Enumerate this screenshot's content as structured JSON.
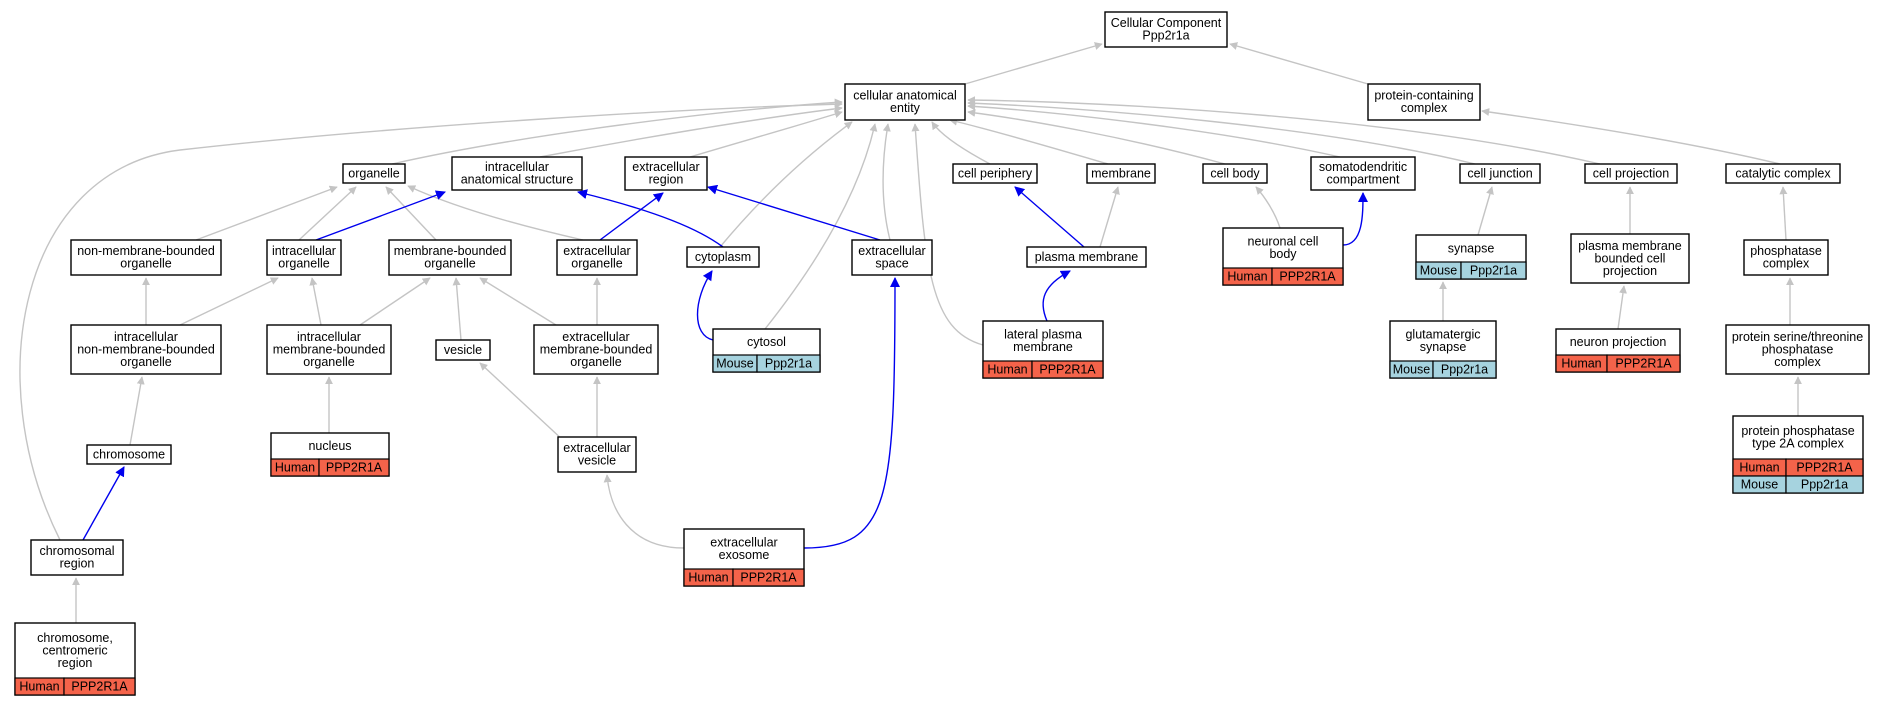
{
  "colors": {
    "human": "#f4634a",
    "mouse": "#a6d3df",
    "edge_default": "#c4c4c4",
    "edge_highlight": "#0000ee",
    "text": "#000000",
    "border": "#000000"
  },
  "nodes": [
    {
      "id": "cc_root",
      "lines": [
        "Cellular Component",
        "Ppp2r1a"
      ]
    },
    {
      "id": "cae",
      "lines": [
        "cellular anatomical",
        "entity"
      ]
    },
    {
      "id": "pcc",
      "lines": [
        "protein-containing",
        "complex"
      ]
    },
    {
      "id": "organelle",
      "lines": [
        "organelle"
      ]
    },
    {
      "id": "ias",
      "lines": [
        "intracellular",
        "anatomical structure"
      ]
    },
    {
      "id": "extreg",
      "lines": [
        "extracellular",
        "region"
      ]
    },
    {
      "id": "cellper",
      "lines": [
        "cell periphery"
      ]
    },
    {
      "id": "membrane",
      "lines": [
        "membrane"
      ]
    },
    {
      "id": "cellbody",
      "lines": [
        "cell body"
      ]
    },
    {
      "id": "somato",
      "lines": [
        "somatodendritic",
        "compartment"
      ]
    },
    {
      "id": "celljunc",
      "lines": [
        "cell junction"
      ]
    },
    {
      "id": "cellproj",
      "lines": [
        "cell projection"
      ]
    },
    {
      "id": "catcomp",
      "lines": [
        "catalytic complex"
      ]
    },
    {
      "id": "nmbo",
      "lines": [
        "non-membrane-bounded",
        "organelle"
      ]
    },
    {
      "id": "io",
      "lines": [
        "intracellular",
        "organelle"
      ]
    },
    {
      "id": "mbo",
      "lines": [
        "membrane-bounded",
        "organelle"
      ]
    },
    {
      "id": "eo",
      "lines": [
        "extracellular",
        "organelle"
      ]
    },
    {
      "id": "cytoplasm",
      "lines": [
        "cytoplasm"
      ]
    },
    {
      "id": "extspace",
      "lines": [
        "extracellular",
        "space"
      ]
    },
    {
      "id": "plasmem",
      "lines": [
        "plasma membrane"
      ]
    },
    {
      "id": "ncb",
      "lines": [
        "neuronal cell",
        "body"
      ],
      "genes": [
        [
          "Human",
          "PPP2R1A"
        ]
      ]
    },
    {
      "id": "synapse",
      "lines": [
        "synapse"
      ],
      "genes": [
        [
          "Mouse",
          "Ppp2r1a"
        ]
      ]
    },
    {
      "id": "pmbcp",
      "lines": [
        "plasma membrane",
        "bounded cell",
        "projection"
      ]
    },
    {
      "id": "phoscomp",
      "lines": [
        "phosphatase",
        "complex"
      ]
    },
    {
      "id": "inmbo",
      "lines": [
        "intracellular",
        "non-membrane-bounded",
        "organelle"
      ]
    },
    {
      "id": "imbo",
      "lines": [
        "intracellular",
        "membrane-bounded",
        "organelle"
      ]
    },
    {
      "id": "vesicle",
      "lines": [
        "vesicle"
      ]
    },
    {
      "id": "embo",
      "lines": [
        "extracellular",
        "membrane-bounded",
        "organelle"
      ]
    },
    {
      "id": "cytosol",
      "lines": [
        "cytosol"
      ],
      "genes": [
        [
          "Mouse",
          "Ppp2r1a"
        ]
      ]
    },
    {
      "id": "lpm",
      "lines": [
        "lateral plasma",
        "membrane"
      ],
      "genes": [
        [
          "Human",
          "PPP2R1A"
        ]
      ]
    },
    {
      "id": "glusyn",
      "lines": [
        "glutamatergic",
        "synapse"
      ],
      "genes": [
        [
          "Mouse",
          "Ppp2r1a"
        ]
      ]
    },
    {
      "id": "neuproj",
      "lines": [
        "neuron projection"
      ],
      "genes": [
        [
          "Human",
          "PPP2R1A"
        ]
      ]
    },
    {
      "id": "pstpc",
      "lines": [
        "protein serine/threonine",
        "phosphatase",
        "complex"
      ]
    },
    {
      "id": "chromosome",
      "lines": [
        "chromosome"
      ]
    },
    {
      "id": "nucleus",
      "lines": [
        "nucleus"
      ],
      "genes": [
        [
          "Human",
          "PPP2R1A"
        ]
      ]
    },
    {
      "id": "extves",
      "lines": [
        "extracellular",
        "vesicle"
      ]
    },
    {
      "id": "pp2a",
      "lines": [
        "protein phosphatase",
        "type 2A complex"
      ],
      "genes": [
        [
          "Human",
          "PPP2R1A"
        ],
        [
          "Mouse",
          "Ppp2r1a"
        ]
      ]
    },
    {
      "id": "chromreg",
      "lines": [
        "chromosomal",
        "region"
      ]
    },
    {
      "id": "extexo",
      "lines": [
        "extracellular",
        "exosome"
      ],
      "genes": [
        [
          "Human",
          "PPP2R1A"
        ]
      ]
    },
    {
      "id": "ccr",
      "lines": [
        "chromosome,",
        "centromeric",
        "region"
      ],
      "genes": [
        [
          "Human",
          "PPP2R1A"
        ]
      ]
    }
  ],
  "edges": [
    {
      "from": "cae",
      "to": "cc_root",
      "highlight": false
    },
    {
      "from": "pcc",
      "to": "cc_root",
      "highlight": false
    },
    {
      "from": "organelle",
      "to": "cae",
      "highlight": false
    },
    {
      "from": "ias",
      "to": "cae",
      "highlight": false
    },
    {
      "from": "extreg",
      "to": "cae",
      "highlight": false
    },
    {
      "from": "cellper",
      "to": "cae",
      "highlight": false
    },
    {
      "from": "membrane",
      "to": "cae",
      "highlight": false
    },
    {
      "from": "cellbody",
      "to": "cae",
      "highlight": false
    },
    {
      "from": "somato",
      "to": "cae",
      "highlight": false
    },
    {
      "from": "celljunc",
      "to": "cae",
      "highlight": false
    },
    {
      "from": "cellproj",
      "to": "cae",
      "highlight": false
    },
    {
      "from": "catcomp",
      "to": "pcc",
      "highlight": false
    },
    {
      "from": "cytoplasm",
      "to": "cae",
      "highlight": false
    },
    {
      "from": "extspace",
      "to": "cae",
      "highlight": false
    },
    {
      "from": "cytosol",
      "to": "cae",
      "highlight": false
    },
    {
      "from": "lpm",
      "to": "cae",
      "highlight": false
    },
    {
      "from": "chromreg",
      "to": "cae",
      "highlight": false
    },
    {
      "from": "nmbo",
      "to": "organelle",
      "highlight": false
    },
    {
      "from": "io",
      "to": "organelle",
      "highlight": false
    },
    {
      "from": "mbo",
      "to": "organelle",
      "highlight": false
    },
    {
      "from": "eo",
      "to": "organelle",
      "highlight": false
    },
    {
      "from": "io",
      "to": "ias",
      "highlight": true
    },
    {
      "from": "cytoplasm",
      "to": "ias",
      "highlight": true
    },
    {
      "from": "eo",
      "to": "extreg",
      "highlight": true
    },
    {
      "from": "extspace",
      "to": "extreg",
      "highlight": true
    },
    {
      "from": "plasmem",
      "to": "cellper",
      "highlight": true
    },
    {
      "from": "plasmem",
      "to": "membrane",
      "highlight": false
    },
    {
      "from": "ncb",
      "to": "cellbody",
      "highlight": false
    },
    {
      "from": "ncb",
      "to": "somato",
      "highlight": true
    },
    {
      "from": "synapse",
      "to": "celljunc",
      "highlight": false
    },
    {
      "from": "pmbcp",
      "to": "cellproj",
      "highlight": false
    },
    {
      "from": "phoscomp",
      "to": "catcomp",
      "highlight": false
    },
    {
      "from": "inmbo",
      "to": "nmbo",
      "highlight": false
    },
    {
      "from": "inmbo",
      "to": "io",
      "highlight": false
    },
    {
      "from": "imbo",
      "to": "io",
      "highlight": false
    },
    {
      "from": "imbo",
      "to": "mbo",
      "highlight": false
    },
    {
      "from": "vesicle",
      "to": "mbo",
      "highlight": false
    },
    {
      "from": "embo",
      "to": "mbo",
      "highlight": false
    },
    {
      "from": "embo",
      "to": "eo",
      "highlight": false
    },
    {
      "from": "cytosol",
      "to": "cytoplasm",
      "highlight": true
    },
    {
      "from": "extexo",
      "to": "extspace",
      "highlight": true
    },
    {
      "from": "lpm",
      "to": "plasmem",
      "highlight": true
    },
    {
      "from": "glusyn",
      "to": "synapse",
      "highlight": false
    },
    {
      "from": "neuproj",
      "to": "pmbcp",
      "highlight": false
    },
    {
      "from": "pstpc",
      "to": "phoscomp",
      "highlight": false
    },
    {
      "from": "chromosome",
      "to": "inmbo",
      "highlight": false
    },
    {
      "from": "nucleus",
      "to": "imbo",
      "highlight": false
    },
    {
      "from": "extves",
      "to": "vesicle",
      "highlight": false
    },
    {
      "from": "extves",
      "to": "embo",
      "highlight": false
    },
    {
      "from": "pp2a",
      "to": "pstpc",
      "highlight": false
    },
    {
      "from": "chromreg",
      "to": "chromosome",
      "highlight": true
    },
    {
      "from": "extexo",
      "to": "extves",
      "highlight": false
    },
    {
      "from": "ccr",
      "to": "chromreg",
      "highlight": false
    }
  ]
}
